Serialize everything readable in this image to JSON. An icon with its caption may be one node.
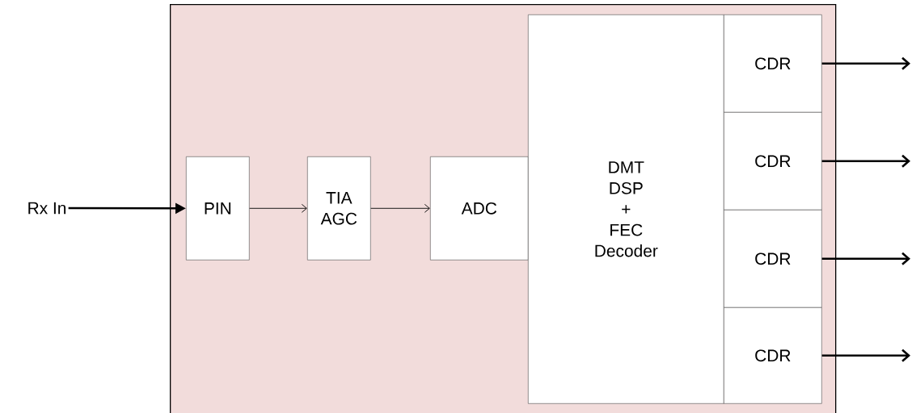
{
  "diagram": {
    "nodes": [
      {
        "text": [],
        "shape": "box"
      },
      {
        "text": [
          "Rx In"
        ]
      },
      {
        "text": [
          "PIN"
        ],
        "in": 0
      },
      {
        "text": [
          "TIA AGC"
        ],
        "in": 0
      },
      {
        "text": [
          "ADC"
        ],
        "in": 0
      },
      {
        "text": [
          "DMT DSP + FEC Decoder"
        ],
        "in": 0
      },
      {
        "text": [
          "CDR"
        ],
        "in": 0
      },
      {
        "text": [
          "CDR"
        ],
        "in": 0
      },
      {
        "text": [
          "CDR"
        ],
        "in": 0
      },
      {
        "text": [
          "CDR"
        ],
        "in": 0
      }
    ],
    "edges": [
      {
        "from": 1,
        "to": 2,
        "arrow": "to"
      },
      {
        "from": 2,
        "to": 3,
        "arrow": "to"
      },
      {
        "from": 3,
        "to": 4,
        "arrow": "to"
      },
      {
        "from": 6,
        "to": null,
        "arrow": "to"
      },
      {
        "from": 7,
        "to": null,
        "arrow": "to"
      },
      {
        "from": 8,
        "to": null,
        "arrow": "to"
      },
      {
        "from": 9,
        "to": null,
        "arrow": "to"
      }
    ]
  }
}
